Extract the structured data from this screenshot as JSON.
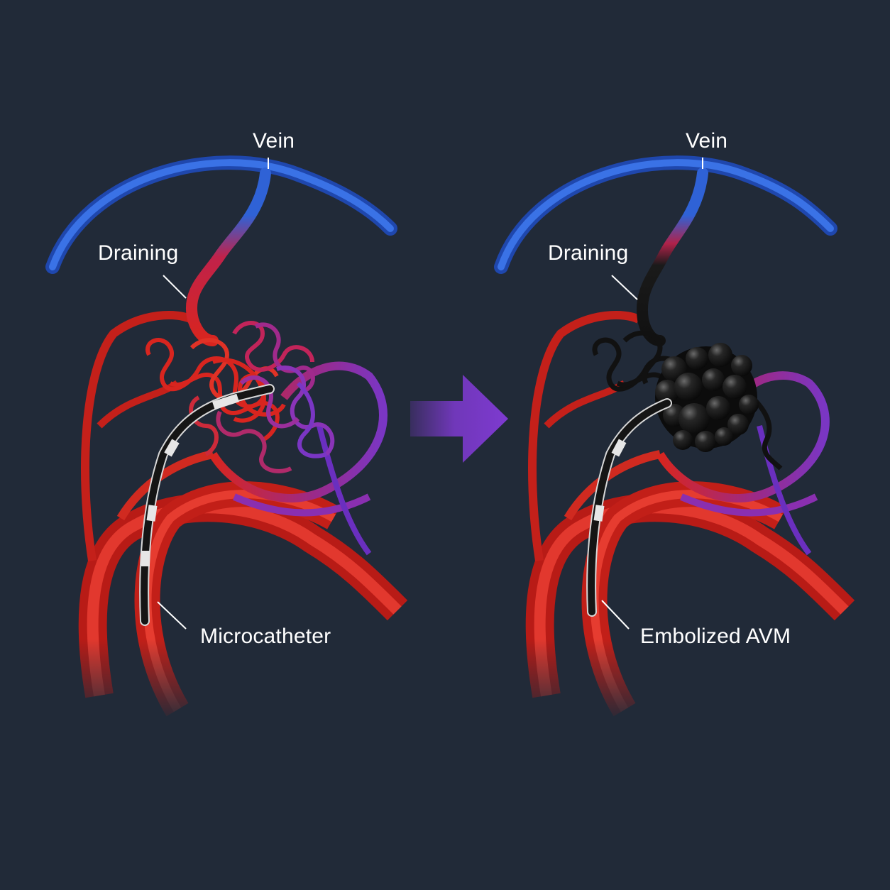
{
  "panels": [
    {
      "id": "before",
      "labels": {
        "vein": "Vein",
        "draining": "Draining",
        "bottom": "Microcatheter"
      }
    },
    {
      "id": "after",
      "labels": {
        "vein": "Vein",
        "draining": "Draining",
        "bottom": "Embolized AVM"
      }
    }
  ],
  "colors": {
    "background": "#212a38",
    "artery": "#d8251f",
    "vein": "#2f62d6",
    "mixed": "#7a36c4",
    "embolic": "#111111",
    "arrow": "#7e3ad0"
  },
  "icons": {
    "transition": "arrow-right-icon"
  }
}
